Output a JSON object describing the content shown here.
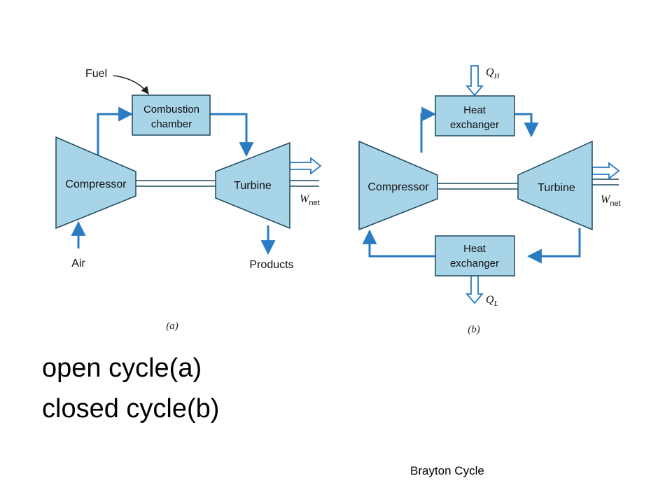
{
  "diagram": {
    "colors": {
      "fill": "#a8d4e8",
      "stroke": "#1e4a60",
      "line": "#2a7bc2",
      "background": "#ffffff",
      "text": "#111111"
    },
    "open_cycle": {
      "fuel": "Fuel",
      "combustion_line1": "Combustion",
      "combustion_line2": "chamber",
      "compressor": "Compressor",
      "turbine": "Turbine",
      "wnet_main": "W",
      "wnet_sub": "net",
      "air": "Air",
      "products": "Products",
      "caption": "(a)"
    },
    "closed_cycle": {
      "qh_main": "Q",
      "qh_sub": "H",
      "hx_top_line1": "Heat",
      "hx_top_line2": "exchanger",
      "compressor": "Compressor",
      "turbine": "Turbine",
      "wnet_main": "W",
      "wnet_sub": "net",
      "hx_bottom_line1": "Heat",
      "hx_bottom_line2": "exchanger",
      "ql_main": "Q",
      "ql_sub": "L",
      "caption": "(b)"
    }
  },
  "slide": {
    "bullet_a": "open cycle(a)",
    "bullet_b": "closed cycle(b)",
    "footer": "Brayton Cycle"
  }
}
